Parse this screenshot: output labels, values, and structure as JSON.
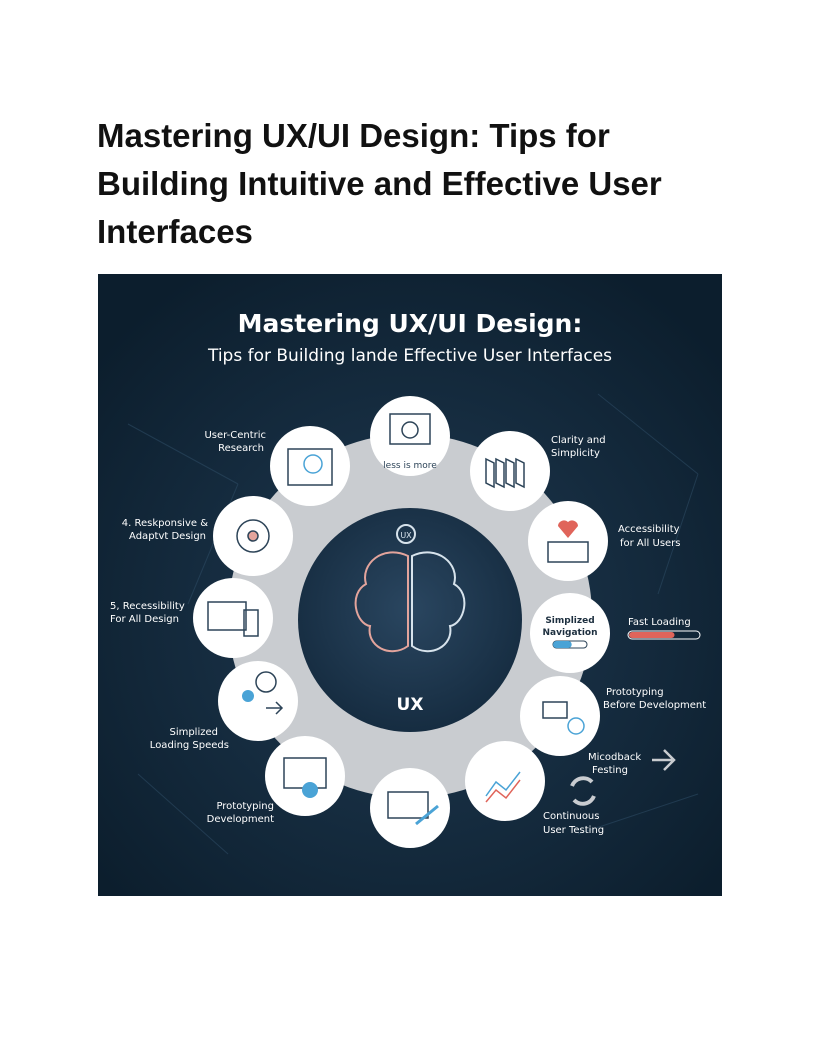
{
  "document": {
    "title": "Mastering UX/UI Design: Tips for Building Intuitive and Effective User Interfaces"
  },
  "infographic": {
    "heading": "Mastering UX/UI Design:",
    "subheading": "Tips for Building lande Effective User Interfaces",
    "center_label": "UX",
    "center_badge": "UX",
    "less_is_more": "less is more",
    "simplified_navigation": [
      "Simplized",
      "Navigation"
    ],
    "labels": {
      "user_centric": [
        "User-Centric",
        "Research"
      ],
      "clarity": [
        "Clarity and",
        "Simplicity"
      ],
      "responsive": [
        "4. Reskponsive &",
        "Adaptvt Design"
      ],
      "accessibility": [
        "Accessibility",
        "for All Users"
      ],
      "recessibility": [
        "5, Recessibility",
        "For All Design"
      ],
      "fast_loading": "Fast Loading",
      "loading_speeds": [
        "Simplized",
        "Loading Speeds"
      ],
      "prototyping_before": [
        "Prototyping",
        "Before Development"
      ],
      "feedback": [
        "Micodback",
        "Festing"
      ],
      "prototyping_dev": [
        "Prototyping",
        "Development"
      ],
      "continuous": [
        "Continuous",
        "User Testing"
      ]
    },
    "fast_loading_progress": 0.65,
    "navigation_progress": 0.55,
    "colors": {
      "background": "#0f2435",
      "ring": "#c9ccd0",
      "center": "#183148",
      "accent_red": "#e0645a",
      "accent_blue": "#4aa3d6"
    }
  }
}
